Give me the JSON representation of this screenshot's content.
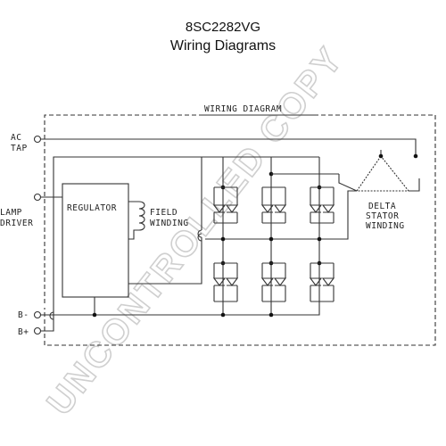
{
  "header": {
    "part_number": "8SC2282VG",
    "subtitle": "Wiring Diagrams"
  },
  "diagram": {
    "heading": "WIRING DIAGRAM",
    "terminals": {
      "ac_tap_line1": "AC",
      "ac_tap_line2": "TAP",
      "lamp_driver_line1": "LAMP",
      "lamp_driver_line2": "DRIVER",
      "b_minus": "B-",
      "b_plus": "B+"
    },
    "regulator_label": "REGULATOR",
    "field_winding_line1": "FIELD",
    "field_winding_line2": "WINDING",
    "stator_line1": "DELTA",
    "stator_line2": "STATOR",
    "stator_line3": "WINDING"
  },
  "watermark": "UNCONTROLLED COPY"
}
